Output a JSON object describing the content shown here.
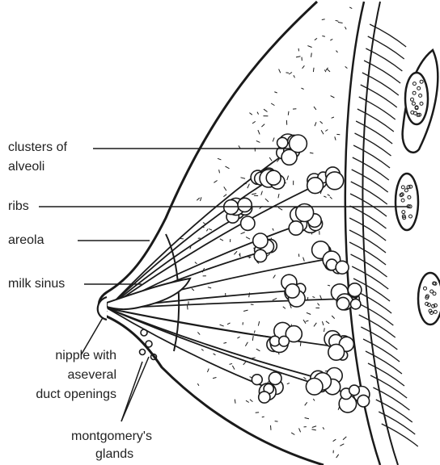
{
  "diagram": {
    "labels": {
      "clusters_line1": "clusters of",
      "clusters_line2": "alveoli",
      "ribs": "ribs",
      "areola": "areola",
      "milk_sinus": "milk sinus",
      "nipple_line1": "nipple with",
      "nipple_line2": "aseveral",
      "nipple_line3": "duct openings",
      "montgomery_line1": "montgomery's",
      "montgomery_line2": "glands"
    },
    "colors": {
      "ink": "#1a1a1a",
      "paper": "#ffffff"
    }
  }
}
